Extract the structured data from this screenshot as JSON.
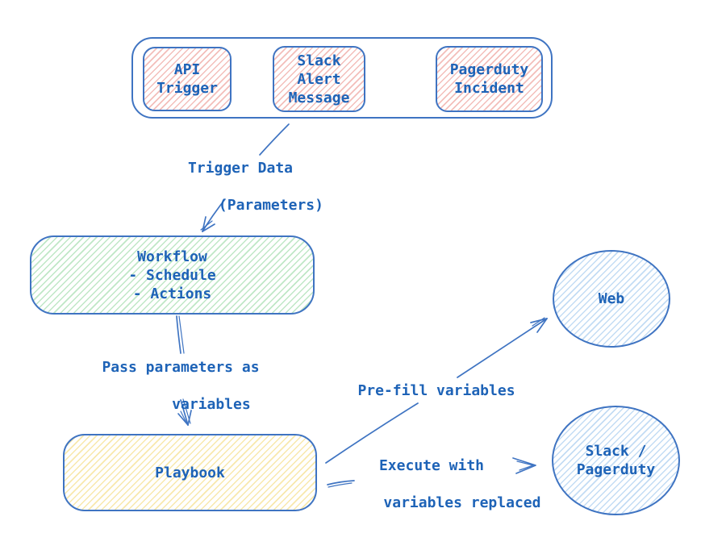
{
  "colors": {
    "stroke": "#3f74c2",
    "text": "#1e63b7",
    "pink": "#f3beba",
    "green": "#bfe7c6",
    "yellow": "#f8e8ac",
    "blue": "#c3dcf4",
    "canvas": "#ffffff"
  },
  "trigger_sources": {
    "api": {
      "line1": "API",
      "line2": "Trigger"
    },
    "slack": {
      "line1": "Slack",
      "line2": "Alert",
      "line3": "Message"
    },
    "pagerduty": {
      "line1": "Pagerduty",
      "line2": "Incident"
    }
  },
  "nodes": {
    "workflow": {
      "line1": "Workflow",
      "line2": "- Schedule",
      "line3": "- Actions"
    },
    "playbook": {
      "label": "Playbook"
    },
    "web": {
      "label": "Web"
    },
    "slack_pagerduty": {
      "line1": "Slack /",
      "line2": "Pagerduty"
    }
  },
  "edge_labels": {
    "trigger_data": {
      "line1": "Trigger Data",
      "line2": "(Parameters)"
    },
    "pass_parameters": {
      "line1": "Pass parameters as",
      "line2": "variables"
    },
    "prefill": {
      "label": "Pre-fill variables"
    },
    "execute": {
      "line1": "Execute with",
      "line2": "variables replaced"
    }
  }
}
